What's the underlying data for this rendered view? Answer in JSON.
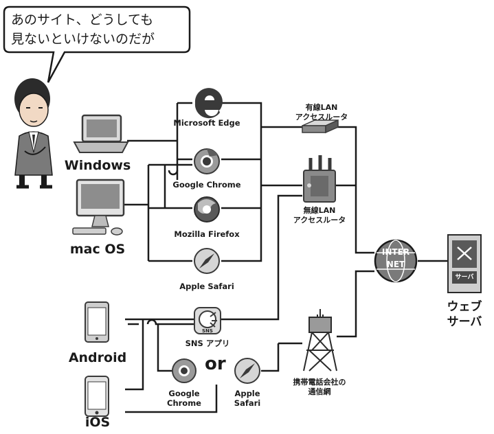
{
  "speech": {
    "line1": "あのサイト、どうしても",
    "line2": "見ないといけないのだが"
  },
  "os": {
    "windows": "Windows",
    "macos": "mac OS",
    "android": "Android",
    "ios": "iOS"
  },
  "browsers": {
    "edge": "Microsoft Edge",
    "chrome": "Google Chrome",
    "firefox": "Mozilla Firefox",
    "safari": "Apple Safari",
    "sns": "SNS アプリ",
    "sns_icon_text": "SNS",
    "mobile_chrome_1": "Google",
    "mobile_chrome_2": "Chrome",
    "mobile_safari_1": "Apple",
    "mobile_safari_2": "Safari",
    "or": "or"
  },
  "network": {
    "wired_1": "有線LAN",
    "wired_2": "アクセスルータ",
    "wireless_1": "無線LAN",
    "wireless_2": "アクセスルータ",
    "carrier_1": "携帯電話会社の",
    "carrier_2": "通信網",
    "internet_1": "INTER",
    "internet_2": "NET"
  },
  "server": {
    "line1": "ウェブ",
    "line2": "サーバ",
    "tag": "サーバ"
  },
  "colors": {
    "line": "#1a1a1a",
    "icon_gray": "#8a8a8a",
    "icon_dark": "#3a3a3a",
    "icon_light": "#d9d9d9"
  }
}
